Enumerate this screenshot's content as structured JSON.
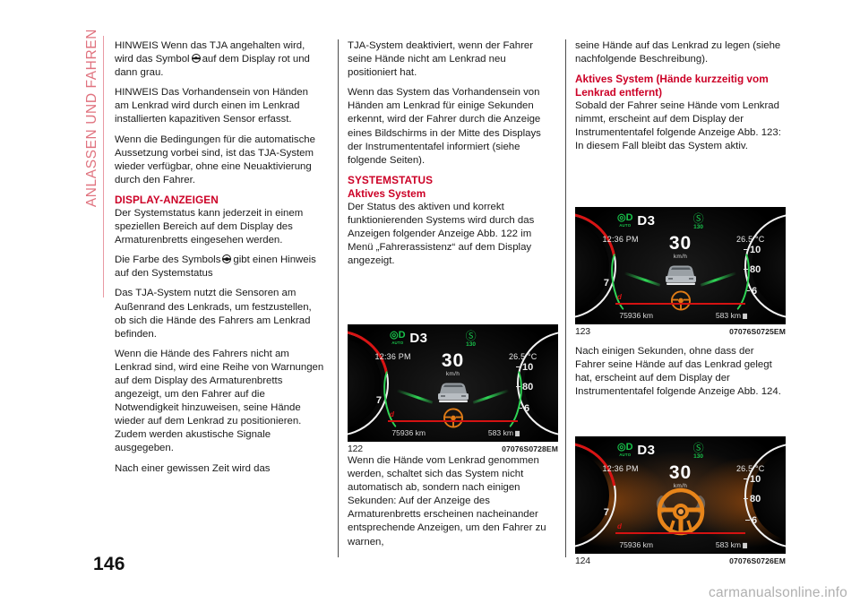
{
  "document": {
    "running_header": "ANLASSEN UND FAHREN",
    "page_number": "146",
    "watermark": "carmanualsonline.info",
    "accent_color": "#cc0026",
    "header_color": "#e0737f"
  },
  "column_1": {
    "paragraphs": [
      "HINWEIS Wenn das TJA angehalten wird, wird das Symbol",
      "auf dem Display rot und dann grau.",
      "HINWEIS Das Vorhandensein von Händen am Lenkrad wird durch einen im Lenkrad installierten kapazitiven Sensor erfasst.",
      "Wenn die Bedingungen für die automatische Aussetzung vorbei sind, ist das TJA-System wieder verfügbar, ohne eine Neuaktivierung durch den Fahrer."
    ],
    "p1_a": "HINWEIS Wenn das TJA angehalten wird, wird das Symbol",
    "p1_b": "auf dem Display rot und dann grau.",
    "p2": "HINWEIS Das Vorhandensein von Händen am Lenkrad wird durch einen im Lenkrad installierten kapazitiven Sensor erfasst.",
    "p3": "Wenn die Bedingungen für die automatische Aussetzung vorbei sind, ist das TJA-System wieder verfügbar, ohne eine Neuaktivierung durch den Fahrer.",
    "heading": "DISPLAY-ANZEIGEN",
    "p4": "Der Systemstatus kann jederzeit in einem speziellen Bereich auf dem Display des Armaturenbretts eingesehen werden.",
    "p5_a": "Die Farbe des Symbols",
    "p5_b": "gibt einen Hinweis auf den Systemstatus",
    "p6": "Das TJA-System nutzt die Sensoren am Außenrand des Lenkrads, um festzustellen, ob sich die Hände des Fahrers am Lenkrad befinden.",
    "p7": "Wenn die Hände des Fahrers nicht am Lenkrad sind, wird eine Reihe von Warnungen auf dem Display des Armaturenbretts angezeigt, um den Fahrer auf die Notwendigkeit hinzuweisen, seine Hände wieder auf dem Lenkrad zu positionieren. Zudem werden akustische Signale ausgegeben.",
    "p8": "Nach einer gewissen Zeit wird das"
  },
  "column_2": {
    "p1": "TJA-System deaktiviert, wenn der Fahrer seine Hände nicht am Lenkrad neu positioniert hat.",
    "p2": "Wenn das System das Vorhandensein von Händen am Lenkrad für einige Sekunden erkennt, wird der Fahrer durch die Anzeige eines Bildschirms in der Mitte des Displays der Instrumententafel informiert (siehe folgende Seiten).",
    "heading": "SYSTEMSTATUS",
    "subheading": "Aktives System",
    "p3": "Der Status des aktiven und korrekt funktionierenden Systems wird durch das Anzeigen folgender Anzeige Abb. 122 im Menü „Fahrerassistenz“ auf dem Display angezeigt.",
    "p4": "Wenn die Hände vom Lenkrad genommen werden, schaltet sich das System nicht automatisch ab, sondern nach einigen Sekunden: Auf der Anzeige des Armaturenbretts erscheinen nacheinander entsprechende Anzeigen, um den Fahrer zu warnen,"
  },
  "column_3": {
    "p1": "seine Hände auf das Lenkrad zu legen (siehe nachfolgende Beschreibung).",
    "subheading": "Aktives System (Hände kurzzeitig vom Lenkrad entfernt)",
    "p2": "Sobald der Fahrer seine Hände vom Lenkrad nimmt, erscheint auf dem Display der Instrumententafel folgende Anzeige Abb. 123: In diesem Fall bleibt das System aktiv.",
    "p3": "Nach einigen Sekunden, ohne dass der Fahrer seine Hände auf das Lenkrad gelegt hat, erscheint auf dem Display der Instrumententafel folgende Anzeige Abb. 124."
  },
  "figures": [
    {
      "number": "122",
      "code": "07076S0728EM",
      "variant": "lane-with-car",
      "cluster": {
        "gear": "D3",
        "beam_label": "AUTO",
        "speed_limit": "130",
        "clock": "12:36 PM",
        "speed": "30",
        "speed_unit": "km/h",
        "temperature": "26.5 °C",
        "odometer": "75936 km",
        "range": "583 km",
        "trip_label": "d",
        "gauge_left_number": "7",
        "gauge_right_numbers": [
          "10",
          "80",
          "6"
        ]
      }
    },
    {
      "number": "123",
      "code": "07076S0725EM",
      "variant": "lane-with-car",
      "cluster": {
        "gear": "D3",
        "beam_label": "AUTO",
        "speed_limit": "130",
        "clock": "12:36 PM",
        "speed": "30",
        "speed_unit": "km/h",
        "temperature": "26.5 °C",
        "odometer": "75936 km",
        "range": "583 km",
        "trip_label": "d",
        "gauge_left_number": "7",
        "gauge_right_numbers": [
          "10",
          "80",
          "6"
        ]
      }
    },
    {
      "number": "124",
      "code": "07076S0726EM",
      "variant": "steering-wheel-warning",
      "cluster": {
        "gear": "D3",
        "beam_label": "AUTO",
        "speed_limit": "130",
        "clock": "12:36 PM",
        "speed": "30",
        "speed_unit": "km/h",
        "temperature": "26.5 °C",
        "odometer": "75936 km",
        "range": "583 km",
        "trip_label": "d",
        "gauge_left_number": "7",
        "gauge_right_numbers": [
          "10",
          "80",
          "6"
        ]
      }
    }
  ]
}
